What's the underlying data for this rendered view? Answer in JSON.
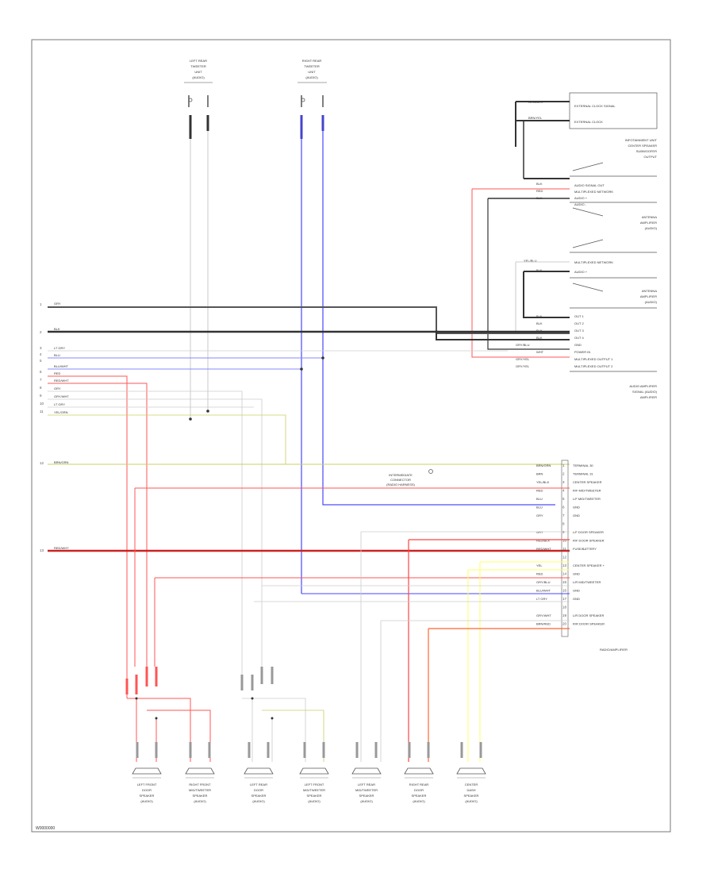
{
  "diagram": {
    "reference_code": "W0000000",
    "top_components": [
      {
        "id": "left_rear_tweeter",
        "lines": [
          "LEFT REAR",
          "TWEETER",
          "UNIT",
          "(AUDIO)"
        ]
      },
      {
        "id": "right_rear_tweeter",
        "lines": [
          "RIGHT REAR",
          "TWEETER",
          "UNIT",
          "(AUDIO)"
        ]
      }
    ],
    "top_right_box": {
      "items": [
        "EXTERNAL CLOCK SIGNAL",
        "EXTERNAL CLOCK"
      ],
      "wire_colors": [
        "GRN/WHT",
        "BRN/YEL"
      ]
    },
    "control_unit": {
      "label_lines": [
        "INFOTAINMENT UNIT",
        "CENTER SPEAKER",
        "SUBWOOFER",
        "OUTPUT"
      ],
      "pins": [
        "AUDIO SIGNAL OUT",
        "MULTIPLEXED NETWORK",
        "AUDIO +",
        "AUDIO -"
      ],
      "wire_colors": [
        "BLK",
        "RED",
        "BLK"
      ]
    },
    "antenna_unit": {
      "label_lines": [
        "ANTENNA",
        "AMPLIFIER",
        "(AUDIO)"
      ]
    },
    "antenna_unit2": {
      "label_lines": [
        "ANTENNA",
        "AMPLIFIER",
        "(AUDIO)"
      ],
      "pins": [
        "MULTIPLEXED NETWORK",
        "AUDIO +"
      ],
      "wire_colors": [
        "YEL/BLU",
        "BLK"
      ]
    },
    "amplifier_top": {
      "label_lines": [
        "AUDIO AMPLIFIER",
        "SIGNAL (AUDIO)",
        "AMPLIFIER"
      ],
      "pins": [
        "OUT 1",
        "OUT 2",
        "OUT 3",
        "OUT 4",
        "GND",
        "POWER IN",
        "MULTIPLEXED OUTPUT 1",
        "MULTIPLEXED OUTPUT 2"
      ],
      "wire_colors": [
        "BLK",
        "BLK",
        "BLK",
        "BLK",
        "GRY/BLU",
        "WHT",
        "GRY/YEL",
        "GRY/YEL"
      ]
    },
    "left_inputs": [
      {
        "num": "1",
        "color": "GRY"
      },
      {
        "num": "2",
        "color": "BLK"
      },
      {
        "num": "3",
        "color": "LT GRY"
      },
      {
        "num": "4",
        "color": "BLU"
      },
      {
        "num": "5",
        "color": "BLU/WHT"
      },
      {
        "num": "6",
        "color": "RED"
      },
      {
        "num": "7",
        "color": "RED/WHT"
      },
      {
        "num": "8",
        "color": "GRY"
      },
      {
        "num": "9",
        "color": "GRY/WHT"
      },
      {
        "num": "10",
        "color": "LT GRY"
      },
      {
        "num": "11",
        "color": "YEL/GRN"
      },
      {
        "num": "12",
        "color": "BRN/GRN"
      },
      {
        "num": "13",
        "color": "RED/WHT"
      }
    ],
    "splice_label": [
      "INTERMEDIATE",
      "CONNECTOR",
      "(RADIO HARNESS)"
    ],
    "radio": {
      "label": "RADIO/AMPLIFIER",
      "pins": [
        {
          "n": "1",
          "name": "TERMINAL 30",
          "color": "BRN/GRN"
        },
        {
          "n": "2",
          "name": "TERMINAL 31",
          "color": "BRN"
        },
        {
          "n": "3",
          "name": "CENTER SPEAKER",
          "color": "YEL/BLK"
        },
        {
          "n": "4",
          "name": "R/F MID/TWEETER",
          "color": "RED"
        },
        {
          "n": "5",
          "name": "L/F MID/TWEETER",
          "color": "BLU"
        },
        {
          "n": "6",
          "name": "GND",
          "color": "BLU"
        },
        {
          "n": "7",
          "name": "GND",
          "color": "GRY"
        },
        {
          "n": "8",
          "name": "",
          "color": ""
        },
        {
          "n": "9",
          "name": "L/F DOOR SPEAKER",
          "color": "GRY"
        },
        {
          "n": "10",
          "name": "R/F DOOR SPEAKER",
          "color": "RED/BLK"
        },
        {
          "n": "11",
          "name": "FUSE/BATTERY",
          "color": "RED/WHT"
        },
        {
          "n": "12",
          "name": "",
          "color": ""
        },
        {
          "n": "13",
          "name": "CENTER SPEAKER +",
          "color": "YEL"
        },
        {
          "n": "14",
          "name": "GND",
          "color": "RED"
        },
        {
          "n": "15",
          "name": "L/R MID/TWEETER",
          "color": "GRY/BLU"
        },
        {
          "n": "16",
          "name": "GND",
          "color": "BLU/WHT"
        },
        {
          "n": "17",
          "name": "GND",
          "color": "LT GRY"
        },
        {
          "n": "18",
          "name": "",
          "color": ""
        },
        {
          "n": "19",
          "name": "L/R DOOR SPEAKER",
          "color": "GRY/WHT"
        },
        {
          "n": "20",
          "name": "R/R DOOR SPEAKER",
          "color": "BRN/RED"
        }
      ]
    },
    "bottom_components": [
      {
        "lines": [
          "LEFT FRONT",
          "DOOR",
          "SPEAKER",
          "(AUDIO)"
        ]
      },
      {
        "lines": [
          "RIGHT FRONT",
          "MID/TWEETER",
          "SPEAKER",
          "(AUDIO)"
        ]
      },
      {
        "lines": [
          "LEFT REAR",
          "DOOR",
          "SPEAKER",
          "(AUDIO)"
        ]
      },
      {
        "lines": [
          "LEFT FRONT",
          "MID/TWEETER",
          "SPEAKER",
          "(AUDIO)"
        ]
      },
      {
        "lines": [
          "LEFT REAR",
          "MID/TWEETER",
          "SPEAKER",
          "(AUDIO)"
        ]
      },
      {
        "lines": [
          "RIGHT REAR",
          "DOOR",
          "SPEAKER",
          "(AUDIO)"
        ]
      },
      {
        "lines": [
          "CENTER",
          "DASH",
          "SPEAKER",
          "(AUDIO)"
        ]
      }
    ]
  }
}
